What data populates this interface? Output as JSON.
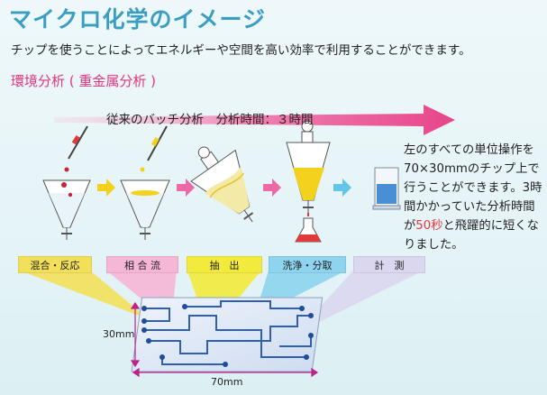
{
  "title": "マイクロ化学のイメージ",
  "subtitle": "チップを使うことによってエネルギーや空間を高い効率で利用することができます。",
  "section_heading": "環境分析 ( 重金属分析 )",
  "process_arrow_text": "従来のバッチ分析　分析時間：３時間",
  "description": {
    "before": "左のすべての単位操作を70×30mmのチップ上で行うことができます。3時間かかっていた分析時間が",
    "highlight": "50秒",
    "after": "と飛躍的に短くなりました。"
  },
  "labels": [
    {
      "text": "混合・反応",
      "color": "#f3e05a"
    },
    {
      "text": "相 合 流",
      "color": "#f6b6d6"
    },
    {
      "text": "抽　出",
      "color": "#f2ea3c"
    },
    {
      "text": "洗浄・分取",
      "color": "#8ed4ef"
    },
    {
      "text": "計　測",
      "color": "#dcd7f0"
    }
  ],
  "dimensions": {
    "height": "30mm",
    "width": "70mm"
  },
  "colors": {
    "title": "#3a9ec3",
    "section": "#e0357f",
    "process_arrow": "#e8458a",
    "step_arrow_yellow": "#f2d21c",
    "step_arrow_pink": "#ee6aa6",
    "step_arrow_blue": "#63c6e8",
    "chip_channel": "#2f5fb3",
    "highlight": "#e23a3a"
  }
}
